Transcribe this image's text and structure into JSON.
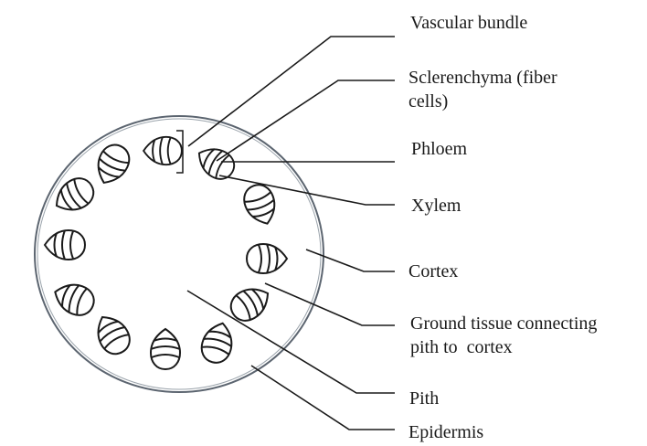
{
  "labels": {
    "vascular_bundle": "Vascular bundle",
    "sclerenchyma_line1": "Sclerenchyma (fiber",
    "sclerenchyma_line2": "cells)",
    "phloem": "Phloem",
    "xylem": "Xylem",
    "cortex": "Cortex",
    "ground_tissue_line1": "Ground tissue connecting",
    "ground_tissue_line2": "pith to  cortex",
    "pith": "Pith",
    "epidermis": "Epidermis"
  },
  "colors": {
    "line": "#1a1a1a",
    "epidermis_ring": "#5c6570",
    "background": "#ffffff"
  },
  "vascular_bundle_count": 12
}
